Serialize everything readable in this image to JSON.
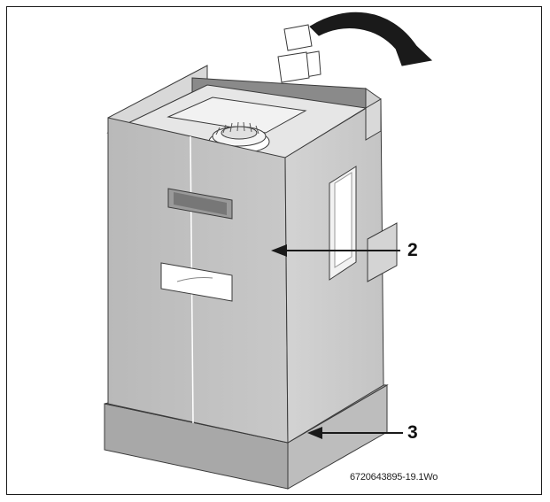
{
  "callouts": [
    {
      "label": "2",
      "target": "cardboard-sleeve"
    },
    {
      "label": "3",
      "target": "pallet-base"
    }
  ],
  "figure_id": "6720643895-19.1Wo",
  "colors": {
    "outline": "#3a3a3a",
    "box_front": "#bdbdbd",
    "box_side": "#cfcfcf",
    "box_top_inner": "#8f8f8f",
    "pallet": "#a9a9a9",
    "window": "#ffffff",
    "arrow": "#1a1a1a"
  },
  "icons": [
    "curved-lift-arrow-icon",
    "lifted-sleeve-icon",
    "boiler-flue-icon"
  ]
}
